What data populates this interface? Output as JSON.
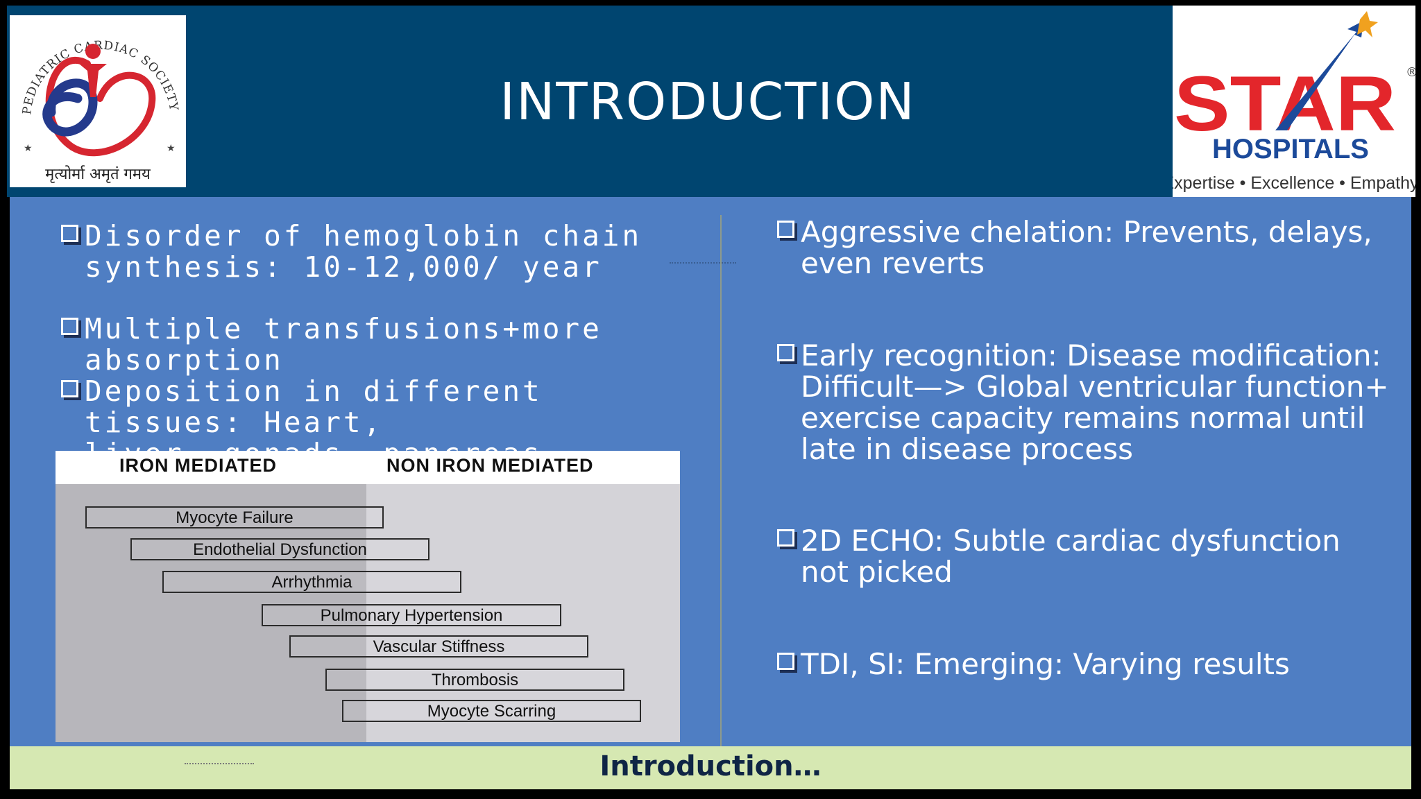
{
  "slide": {
    "title": "INTRODUCTION",
    "footer": "Introduction…"
  },
  "logos": {
    "left": {
      "arc_text": "PEDIATRIC CARDIAC SOCIETY OF INDIA",
      "motto": "मृत्योर्मा अमृतं गमय",
      "colors": [
        "#d62630",
        "#243a8c"
      ]
    },
    "right": {
      "brand": "STAR",
      "sub": "HOSPITALS",
      "tagline": "Expertise • Excellence • Empathy",
      "reg": "®",
      "colors": [
        "#e3262b",
        "#1c4a9a"
      ]
    }
  },
  "left_bullets": [
    {
      "lines": [
        "Disorder of hemoglobin chain",
        "synthesis: 10-12,000/ year"
      ]
    },
    {
      "lines": [
        "Multiple transfusions+more absorption"
      ]
    },
    {
      "lines": [
        "Deposition in different tissues: Heart,",
        "liver, gonads, pancreas"
      ]
    }
  ],
  "right_bullets": [
    {
      "lines": [
        "Aggressive chelation: Prevents, delays,",
        "even reverts"
      ]
    },
    {
      "lines": [
        "Early recognition: Disease modification:",
        "Difficult—> Global ventricular function+",
        "exercise capacity remains normal until",
        "late in disease process"
      ]
    },
    {
      "lines": [
        "2D ECHO: Subtle cardiac dysfunction",
        "not picked"
      ]
    },
    {
      "lines": [
        "TDI, SI: Emerging: Varying results"
      ]
    }
  ],
  "table": {
    "headers": [
      "IRON MEDIATED",
      "NON IRON MEDIATED"
    ],
    "rows": [
      "Myocyte Failure",
      "Endothelial Dysfunction",
      "Arrhythmia",
      "Pulmonary Hypertension",
      "Vascular Stiffness",
      "Thrombosis",
      "Myocyte Scarring"
    ]
  },
  "colors": {
    "header_bg": "#004570",
    "content_bg": "#4f7ec3",
    "footer_bg": "#d6e8b2"
  }
}
